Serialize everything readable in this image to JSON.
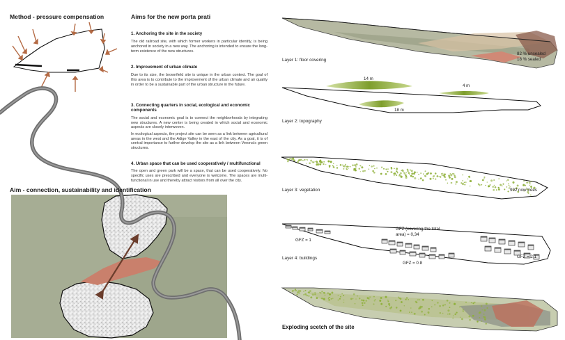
{
  "left_panel": {
    "method_title": "Method - pressure compensation",
    "aim_title": "Aim - connection, sustainability and identification"
  },
  "aims": {
    "title": "Aims for the new porta prati",
    "sections": [
      {
        "title": "1.     Anchoring the site in the society",
        "paragraphs": [
          "The old railroad site, with which former workers in particular identify, is being anchored in society in a new way. The anchoring is intended to ensure the long-term existence of the new structures."
        ]
      },
      {
        "title": "2.     Improvement of urban climate",
        "paragraphs": [
          "Due to its size, the brownfield site is unique in the urban context. The goal of this area is to contribute to the improvement of the urban climate and air quality in order to be a sustainable part of the urban structure in the future."
        ]
      },
      {
        "title": "3.     Connecting quarters in social, ecological and economic components",
        "paragraphs": [
          "The social and economic goal is to connect the neighborhoods by integrating new structures. A new center is being created in which social and economic aspects are closely interwoven.",
          "In ecological aspects, the project site can be seen as a link between agricultural areas in the west and the Adige Valley in the east of the city. As a goal, it is of central importance to further develop the site as a link between Verona's green structures."
        ]
      },
      {
        "title": "4.     Urban space that can be used cooperatively / multifunctional",
        "paragraphs": [
          "The open and green park will be a space, that can be used cooperatively. No specific uses are prescribed and everyone is welcome. The spaces are multi-functional in use and thereby attract visitors from all over the city."
        ]
      }
    ]
  },
  "layers": {
    "layer1": {
      "label": "Layer 1: floor covering",
      "unsealed": "82 % unsealed",
      "sealed": "18 % sealed"
    },
    "layer2": {
      "label": "Layer 2: topography",
      "h1": "14 m",
      "h2": "4 m",
      "h3": "18 m"
    },
    "layer3": {
      "label": "Layer 3: vegetation",
      "trees": "992 now trees"
    },
    "layer4": {
      "label": "Layer 4: buildings",
      "gfz_total_line1": "GFZ (covering the total",
      "gfz_total_line2": "area) = 0,34",
      "gfz_a": "GFZ = 1",
      "gfz_b": "GFZ = 0.8",
      "gfz_c": "GFZ = 2,1"
    },
    "exploding_title": "Exploding scetch of the site"
  },
  "colors": {
    "olive": "#a6ad94",
    "terracotta": "#c9806c",
    "arrow": "#b46a44",
    "river": "#6f6f6f",
    "green": "#8fb03a"
  }
}
